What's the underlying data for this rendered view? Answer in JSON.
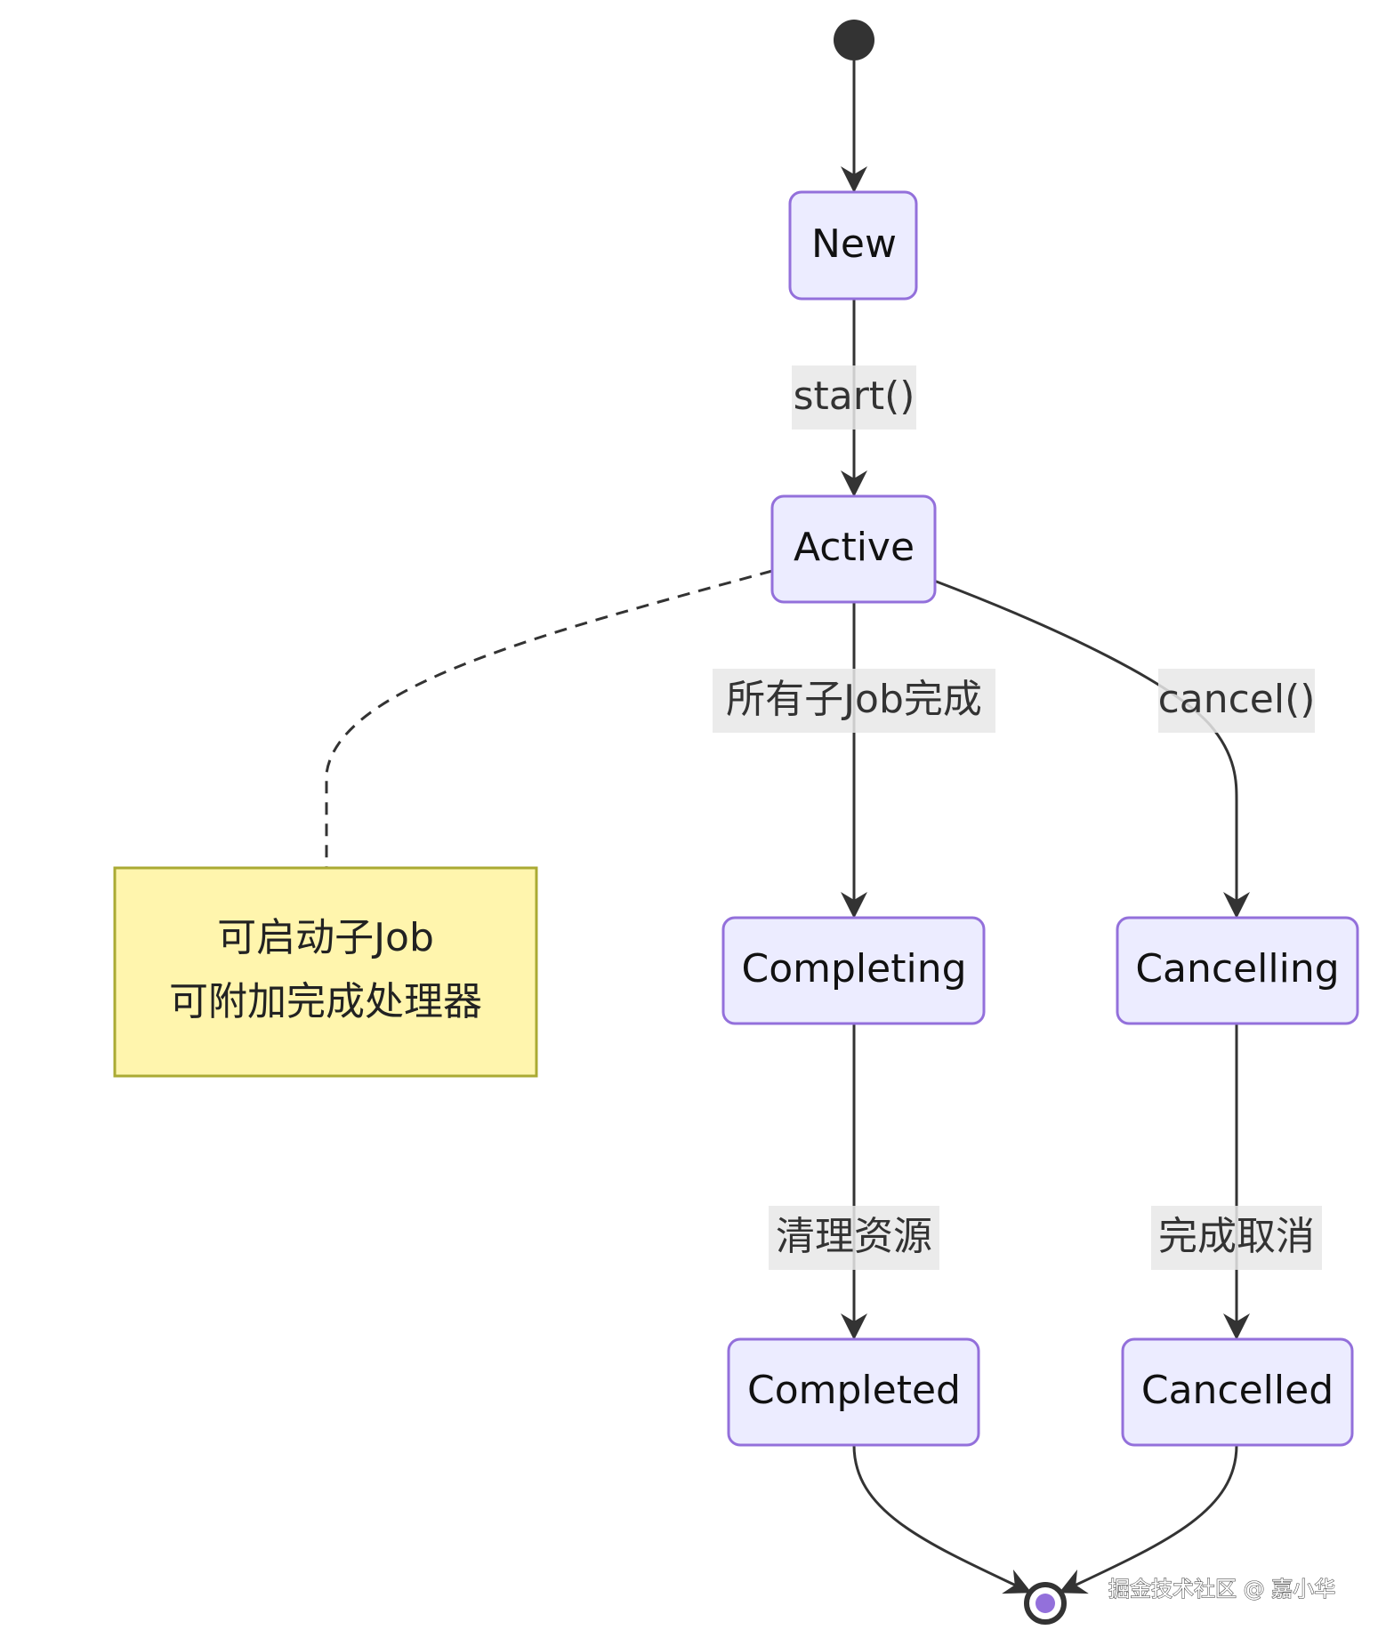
{
  "states": {
    "new": "New",
    "active": "Active",
    "completing": "Completing",
    "cancelling": "Cancelling",
    "completed": "Completed",
    "cancelled": "Cancelled"
  },
  "transitions": {
    "new_to_active": "start()",
    "active_to_completing": "所有子Job完成",
    "active_to_cancelling": "cancel()",
    "completing_to_completed": "清理资源",
    "cancelling_to_cancelled": "完成取消"
  },
  "note": {
    "line1": "可启动子Job",
    "line2": "可附加完成处理器"
  },
  "watermark": "掘金技术社区 @ 嘉小华",
  "colors": {
    "state_fill": "#ECECFF",
    "state_stroke": "#9370DB",
    "note_fill": "#FFF5AD",
    "note_stroke": "#AAAA33",
    "edge": "#333333",
    "end_inner": "#9370DB"
  }
}
